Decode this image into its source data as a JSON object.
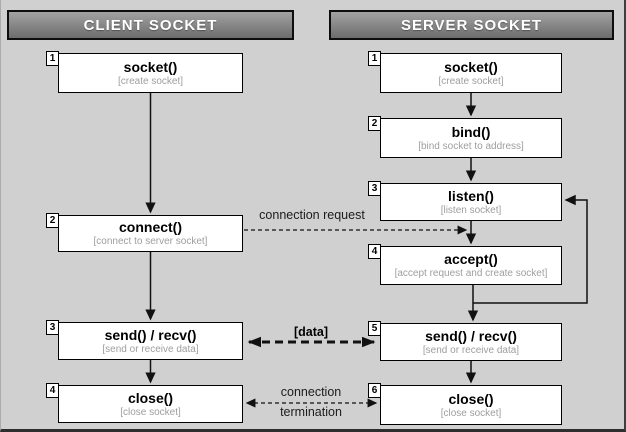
{
  "diagram": {
    "title_client": "CLIENT SOCKET",
    "title_server": "SERVER SOCKET",
    "client_steps": [
      {
        "num": "1",
        "title": "socket()",
        "subtitle": "[create socket]"
      },
      {
        "num": "2",
        "title": "connect()",
        "subtitle": "[connect to server socket]"
      },
      {
        "num": "3",
        "title": "send() / recv()",
        "subtitle": "[send or receive data]"
      },
      {
        "num": "4",
        "title": "close()",
        "subtitle": "[close socket]"
      }
    ],
    "server_steps": [
      {
        "num": "1",
        "title": "socket()",
        "subtitle": "[create socket]"
      },
      {
        "num": "2",
        "title": "bind()",
        "subtitle": "[bind socket to address]"
      },
      {
        "num": "3",
        "title": "listen()",
        "subtitle": "[listen socket]"
      },
      {
        "num": "4",
        "title": "accept()",
        "subtitle": "[accept request and create socket]"
      },
      {
        "num": "5",
        "title": "send() / recv()",
        "subtitle": "[send or receive data]"
      },
      {
        "num": "6",
        "title": "close()",
        "subtitle": "[close socket]"
      }
    ],
    "links": {
      "connection_request": "connection request",
      "data": "[data]",
      "termination_line1": "connection",
      "termination_line2": "termination"
    }
  },
  "colors": {
    "bg": "#d0d0d0",
    "hdr-top": "#a2a2a2",
    "hdr-bot": "#6d6d6d",
    "sub": "#9e9e9e",
    "line": "#111111"
  }
}
